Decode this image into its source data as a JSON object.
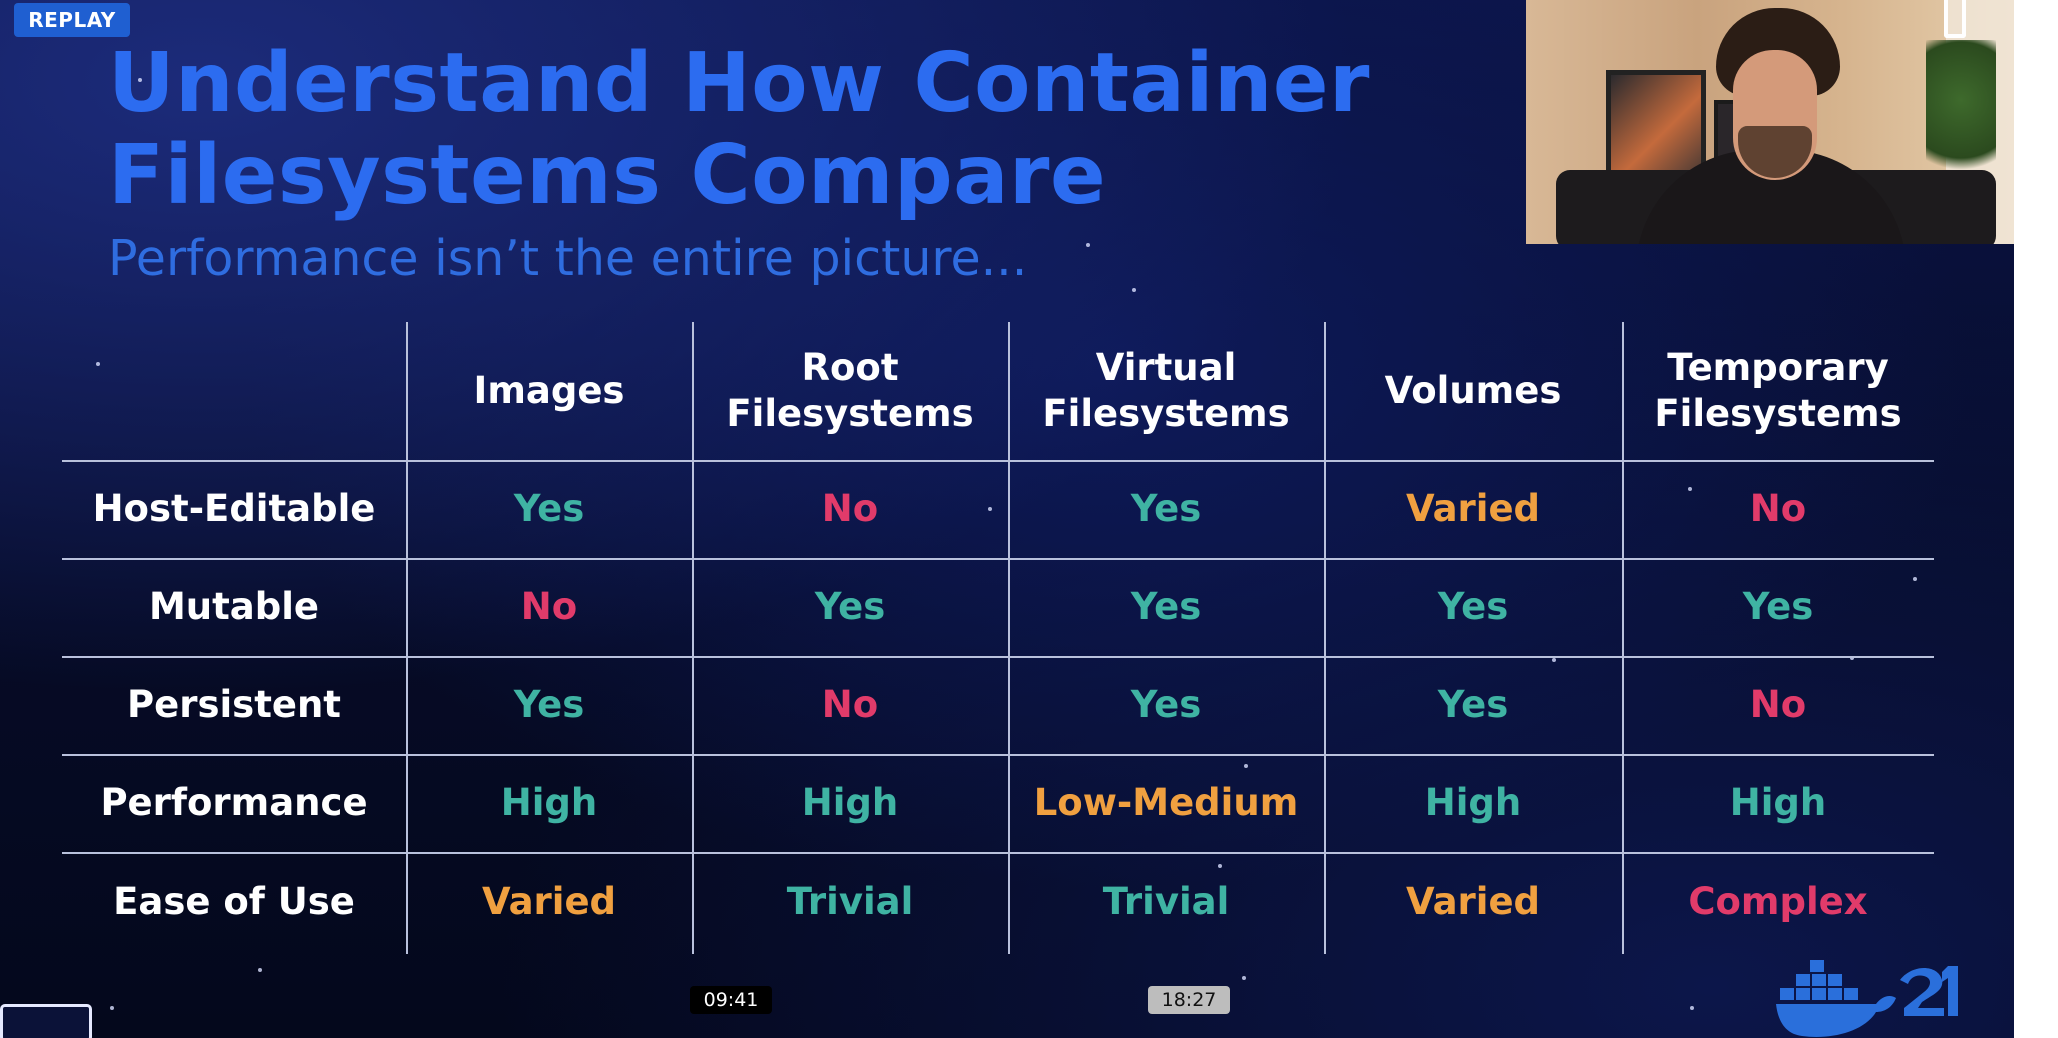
{
  "badge_replay": "REPLAY",
  "slide": {
    "title_line1": "Understand How Container",
    "title_line2": "Filesystems Compare",
    "subtitle": "Performance isn’t the entire picture..."
  },
  "table": {
    "columns": [
      {
        "line1": "Images",
        "line2": ""
      },
      {
        "line1": "Root",
        "line2": "Filesystems"
      },
      {
        "line1": "Virtual",
        "line2": "Filesystems"
      },
      {
        "line1": "Volumes",
        "line2": ""
      },
      {
        "line1": "Temporary",
        "line2": "Filesystems"
      }
    ],
    "rows": [
      {
        "label": "Host-Editable",
        "cells": [
          {
            "text": "Yes",
            "color": "#3fb3a3"
          },
          {
            "text": "No",
            "color": "#e13b6a"
          },
          {
            "text": "Yes",
            "color": "#3fb3a3"
          },
          {
            "text": "Varied",
            "color": "#f0a040"
          },
          {
            "text": "No",
            "color": "#e13b6a"
          }
        ]
      },
      {
        "label": "Mutable",
        "cells": [
          {
            "text": "No",
            "color": "#e13b6a"
          },
          {
            "text": "Yes",
            "color": "#3fb3a3"
          },
          {
            "text": "Yes",
            "color": "#3fb3a3"
          },
          {
            "text": "Yes",
            "color": "#3fb3a3"
          },
          {
            "text": "Yes",
            "color": "#3fb3a3"
          }
        ]
      },
      {
        "label": "Persistent",
        "cells": [
          {
            "text": "Yes",
            "color": "#3fb3a3"
          },
          {
            "text": "No",
            "color": "#e13b6a"
          },
          {
            "text": "Yes",
            "color": "#3fb3a3"
          },
          {
            "text": "Yes",
            "color": "#3fb3a3"
          },
          {
            "text": "No",
            "color": "#e13b6a"
          }
        ]
      },
      {
        "label": "Performance",
        "cells": [
          {
            "text": "High",
            "color": "#3fb3a3"
          },
          {
            "text": "High",
            "color": "#3fb3a3"
          },
          {
            "text": "Low-Medium",
            "color": "#f0a040"
          },
          {
            "text": "High",
            "color": "#3fb3a3"
          },
          {
            "text": "High",
            "color": "#3fb3a3"
          }
        ]
      },
      {
        "label": "Ease of Use",
        "cells": [
          {
            "text": "Varied",
            "color": "#f0a040"
          },
          {
            "text": "Trivial",
            "color": "#3fb3a3"
          },
          {
            "text": "Trivial",
            "color": "#3fb3a3"
          },
          {
            "text": "Varied",
            "color": "#f0a040"
          },
          {
            "text": "Complex",
            "color": "#e13b6a"
          }
        ]
      }
    ]
  },
  "timeline": {
    "marker1": "09:41",
    "marker2": "18:27"
  },
  "colors": {
    "title": "#2c6cf0",
    "yes": "#3fb3a3",
    "no": "#e13b6a",
    "varied": "#f0a040",
    "replay_badge": "#1f5fd1"
  },
  "icons": {
    "webcam_toggle": "phone-outline-icon",
    "logo": "docker-whale-icon"
  }
}
